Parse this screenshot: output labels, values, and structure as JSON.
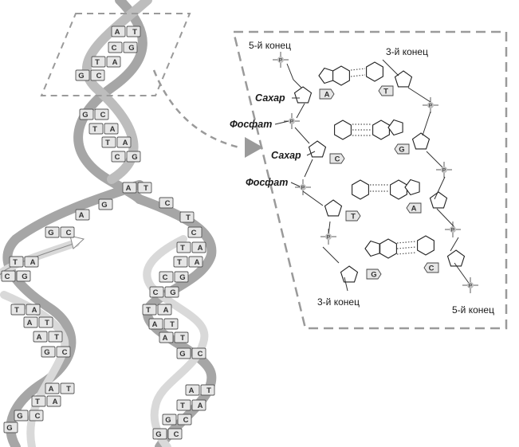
{
  "labels": {
    "end5_top": "5-й конец",
    "end3_top": "3-й конец",
    "end3_bottom": "3-й конец",
    "end5_bottom": "5-й конец",
    "sugar_1": "Сахар",
    "phosphate_1": "Фосфат",
    "sugar_2": "Сахар",
    "phosphate_2": "Фосфат"
  },
  "parent_helix_pairs": [
    [
      "A",
      "T"
    ],
    [
      "C",
      "G"
    ],
    [
      "T",
      "A"
    ],
    [
      "G",
      "C"
    ],
    [
      "G",
      "C"
    ],
    [
      "T",
      "A"
    ],
    [
      "T",
      "A"
    ],
    [
      "C",
      "G"
    ]
  ],
  "unwound_bases": {
    "left": [
      "A",
      "G"
    ],
    "right": [
      "C",
      "T"
    ]
  },
  "left_daughter_pairs": [
    [
      "G",
      "C"
    ],
    [
      "T",
      "A"
    ],
    [
      "C",
      "G"
    ],
    [
      "T",
      "A"
    ],
    [
      "A",
      "T"
    ],
    [
      "A",
      "T"
    ],
    [
      "G",
      "C"
    ],
    [
      "A",
      "T"
    ],
    [
      "T",
      "A"
    ],
    [
      "G",
      "C"
    ]
  ],
  "right_daughter_pairs": [
    [
      "C",
      ""
    ],
    [
      "T",
      "A"
    ],
    [
      "T",
      "A"
    ],
    [
      "C",
      "G"
    ],
    [
      "C",
      "G"
    ],
    [
      "T",
      "A"
    ],
    [
      "A",
      "T"
    ],
    [
      "A",
      "T"
    ],
    [
      "G",
      "C"
    ],
    [
      "A",
      "T"
    ],
    [
      "T",
      "A"
    ],
    [
      "G",
      "C"
    ]
  ],
  "detail_bases": {
    "row1": [
      "A",
      "T"
    ],
    "row2": [
      "C",
      "G"
    ],
    "row3": [
      "T",
      "A"
    ],
    "row4": [
      "G",
      "C"
    ]
  },
  "colors": {
    "backbone": "#a6a6a6",
    "backbone_light": "#d0d0d0",
    "base_fill": "#e6e6e6",
    "dash": "#9a9a9a",
    "arrow": "#9a9a9a"
  }
}
